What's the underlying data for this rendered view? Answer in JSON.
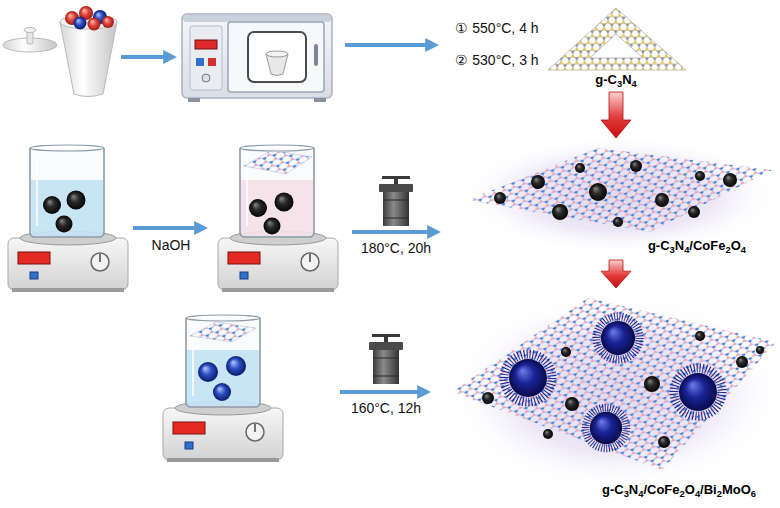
{
  "diagram": {
    "nodes": [
      {
        "text": [
          "g-C3N4"
        ]
      },
      {
        "text": [
          "g-C3N4/CoFe2O4"
        ]
      },
      {
        "text": [
          "g-C3N4/CoFe2O4/Bi2MoO6"
        ]
      }
    ],
    "edges": [
      {
        "from": 0,
        "to": 1,
        "arrow": "to"
      },
      {
        "from": 1,
        "to": 2,
        "arrow": "to"
      }
    ],
    "labels": [
      "① 550°C, 4 h",
      "② 530°C, 3 h",
      "NaOH",
      "180°C, 20h",
      "160°C, 12h"
    ]
  }
}
